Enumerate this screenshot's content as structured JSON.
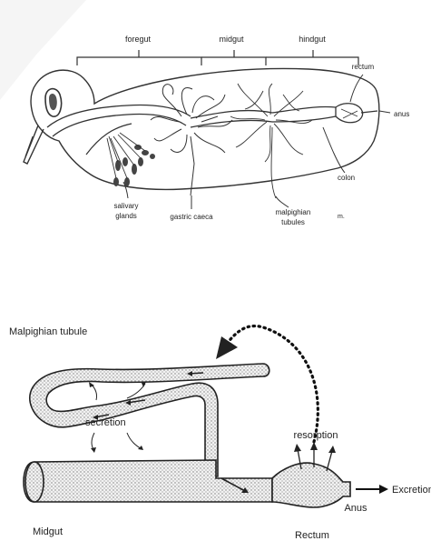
{
  "top_diagram": {
    "labels": {
      "foregut": "foregut",
      "midgut": "midgut",
      "hindgut": "hindgut",
      "rectum": "rectum",
      "anus": "anus",
      "colon": "colon",
      "salivary_line1": "salivary",
      "salivary_line2": "glands",
      "gastric_caeca": "gastric caeca",
      "malpighian_line1": "malpighian",
      "malpighian_line2": "tubules",
      "mark": "m."
    }
  },
  "bottom_diagram": {
    "labels": {
      "malpighian_tubule": "Malpighian tubule",
      "secretion": "secretion",
      "resorption": "resorption",
      "excretion": "Excretion",
      "anus": "Anus",
      "midgut": "Midgut",
      "rectum": "Rectum"
    }
  }
}
